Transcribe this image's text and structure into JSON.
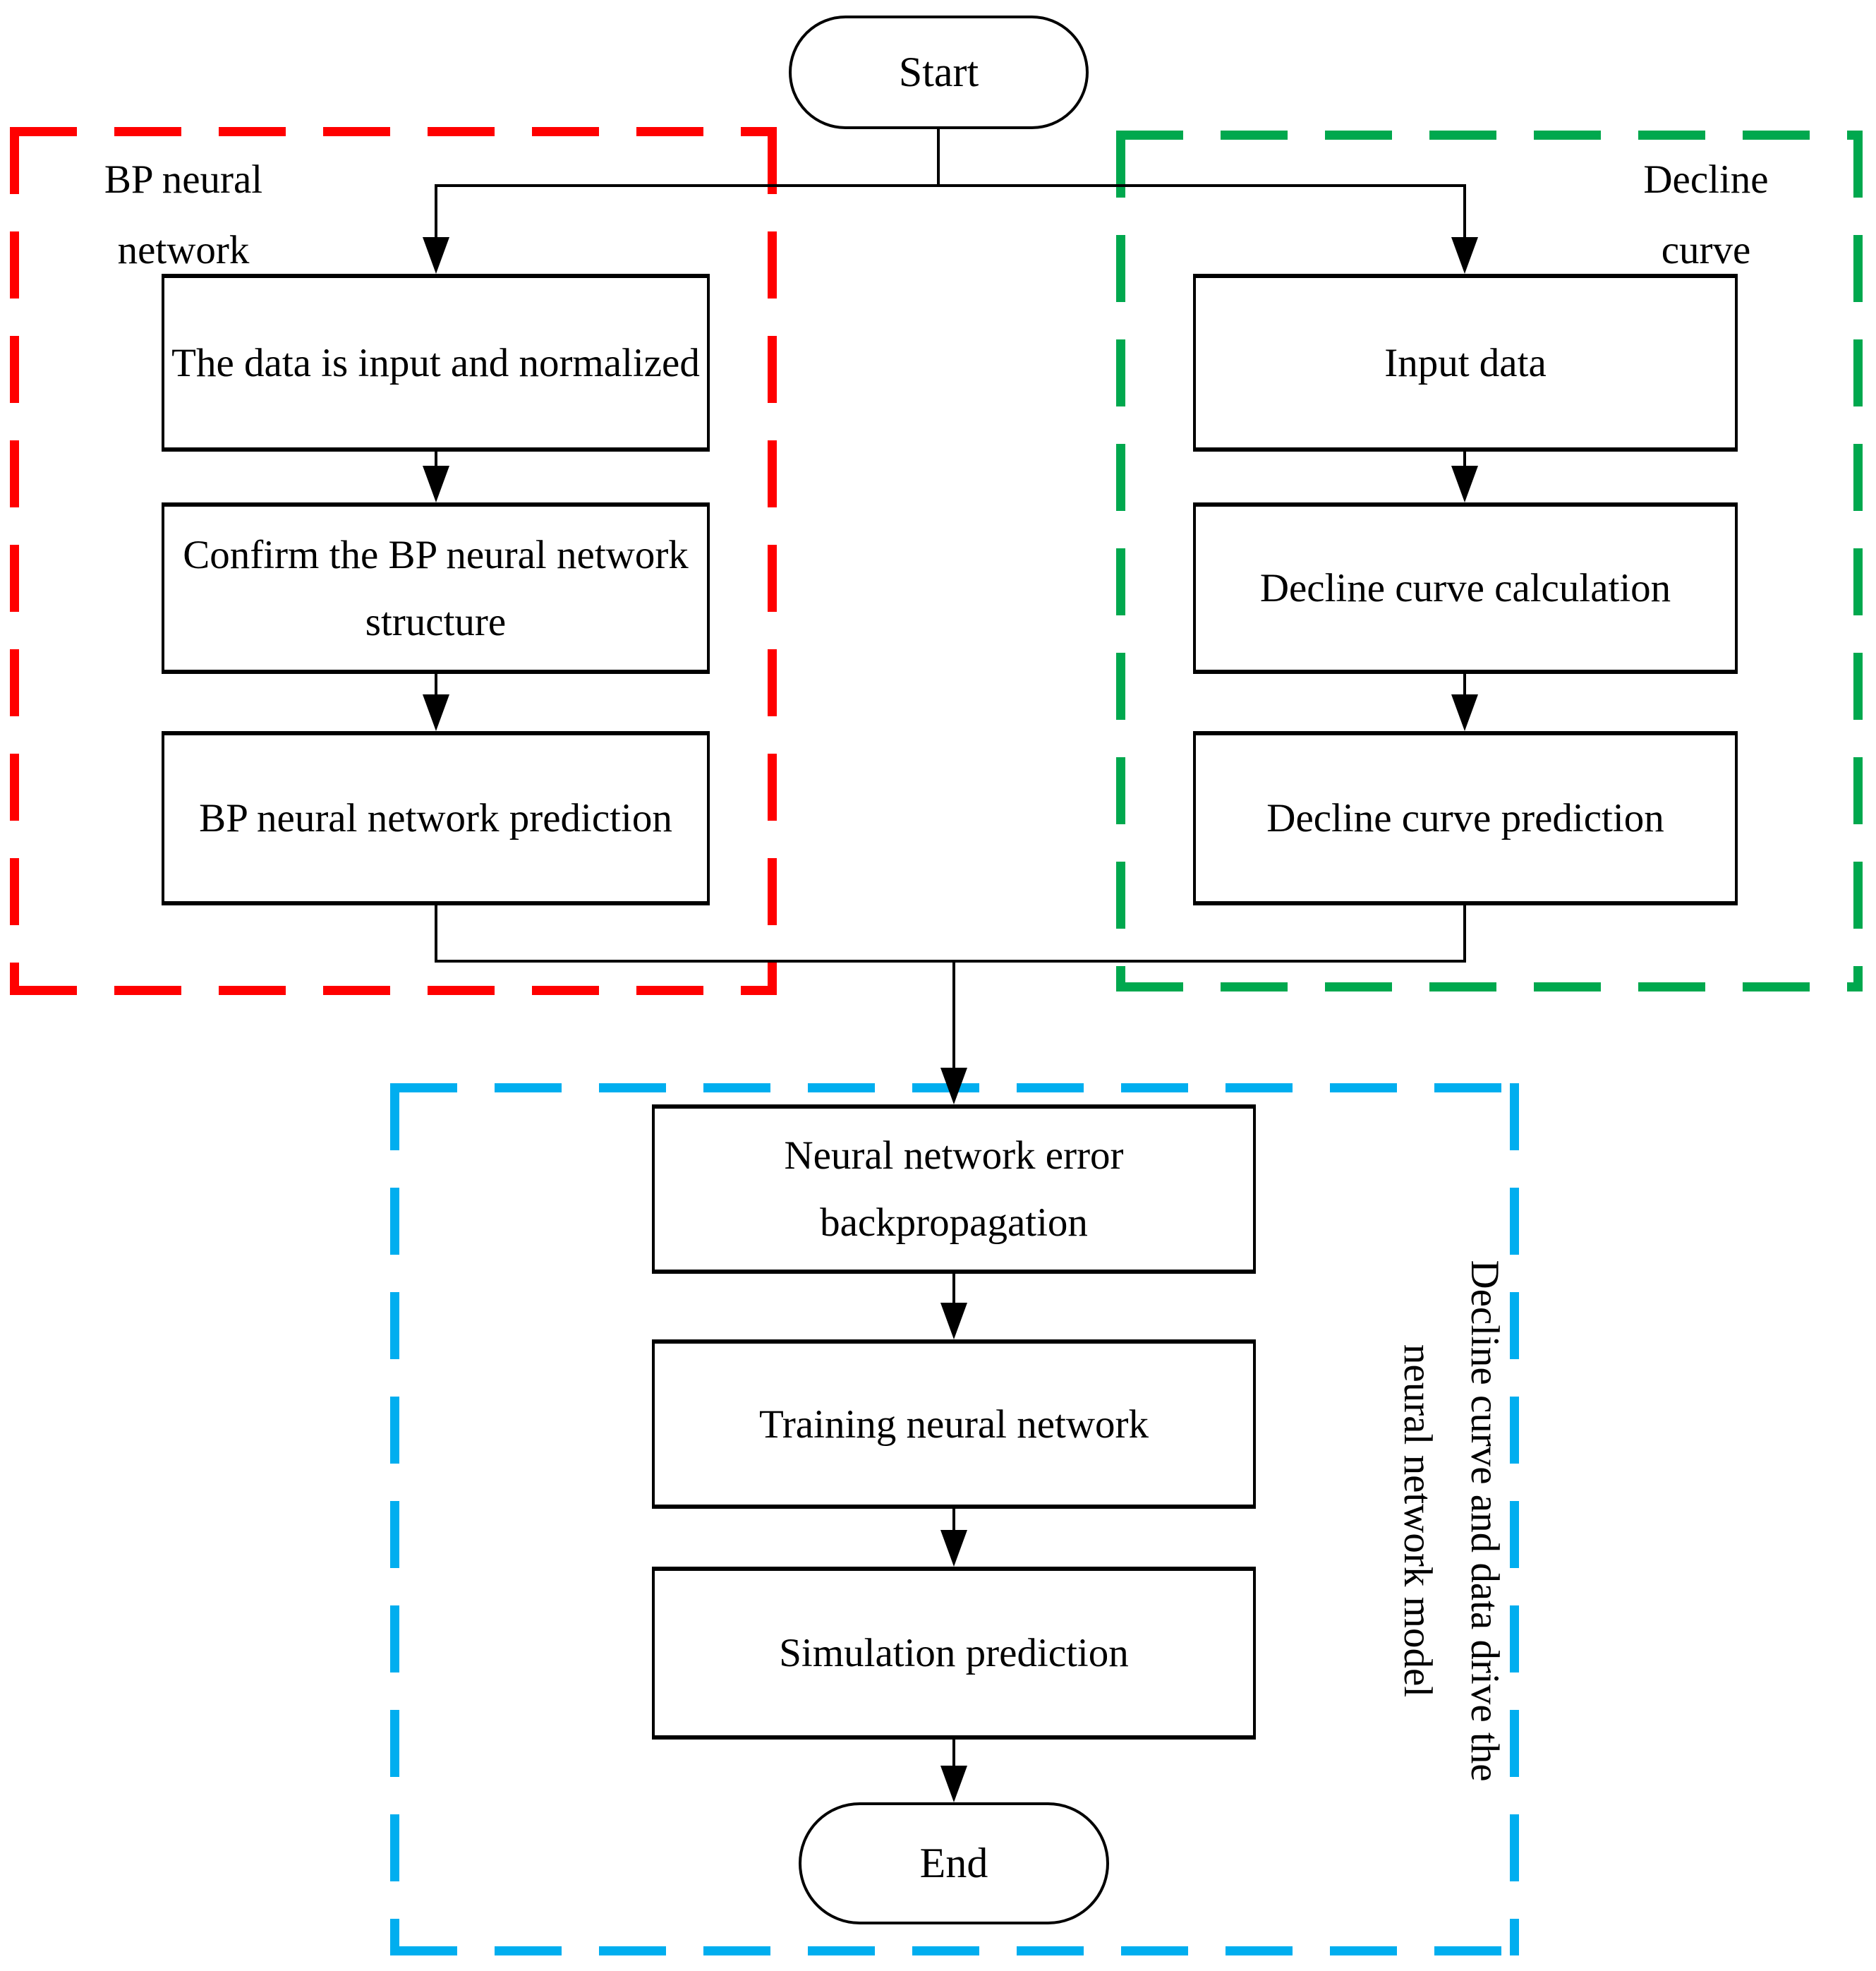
{
  "colors": {
    "red": "#FF0000",
    "green": "#00A84E",
    "blue": "#00AEEF",
    "line": "#000000"
  },
  "terminals": {
    "start": "Start",
    "end": "End"
  },
  "groups": {
    "bp_neural_network": {
      "label": "BP neural network",
      "boxes": [
        "The data is input and normalized",
        "Confirm the BP neural network structure",
        "BP neural network prediction"
      ]
    },
    "decline_curve": {
      "label": "Decline curve",
      "boxes": [
        "Input data",
        "Decline curve calculation",
        "Decline curve prediction"
      ]
    },
    "combined_model": {
      "label": "Decline curve and data drive the neural network model",
      "boxes": [
        "Neural network error backpropagation",
        "Training neural network",
        "Simulation prediction"
      ]
    }
  }
}
